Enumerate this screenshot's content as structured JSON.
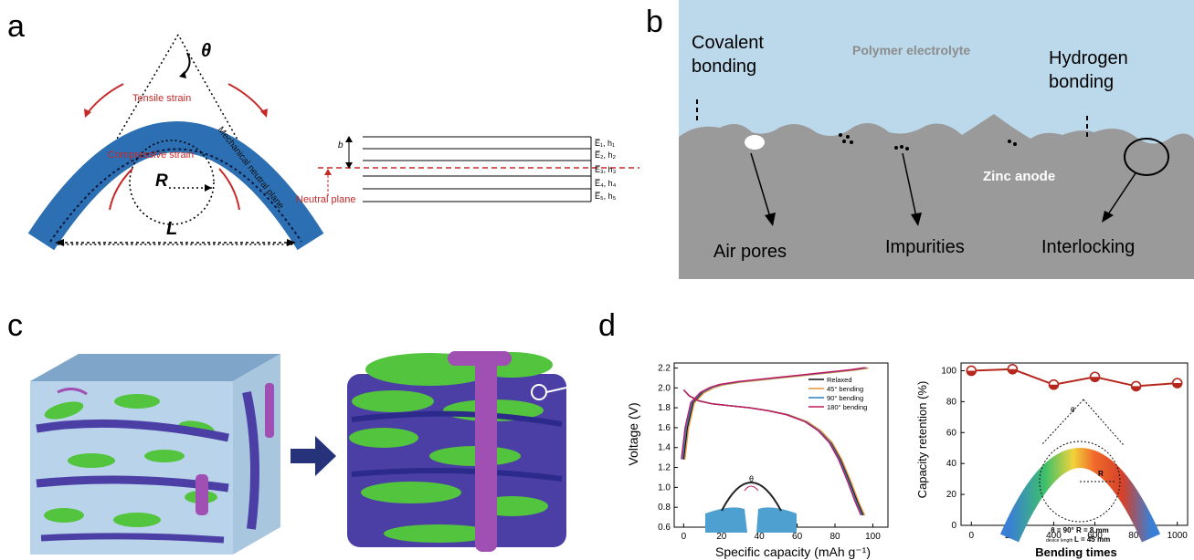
{
  "panels": {
    "a": {
      "letter": "a",
      "theta": "θ",
      "tensile": "Tensile strain",
      "compressive": "Compressive strain",
      "mech_neutral": "Mechanical neutral plane",
      "R": "R",
      "L": "L",
      "b": "b",
      "neutral_plane": "Neutral plane",
      "layers": [
        "E̅₁, h₁",
        "E̅₂, h₂",
        "E̅₃, h₃",
        "E̅₄, h₄",
        "E̅₅, h₅"
      ]
    },
    "b": {
      "letter": "b",
      "covalent": "Covalent bonding",
      "covalent_l1": "Covalent",
      "covalent_l2": "bonding",
      "polymer": "Polymer electrolyte",
      "hydrogen_l1": "Hydrogen",
      "hydrogen_l2": "bonding",
      "zinc": "Zinc anode",
      "air_pores": "Air pores",
      "impurities": "Impurities",
      "interlocking": "Interlocking",
      "colors": {
        "electrolyte": "#bcd9ec",
        "zinc": "#9a9a9a"
      }
    },
    "c": {
      "letter": "c"
    },
    "d": {
      "letter": "d"
    }
  },
  "chart_data": [
    {
      "type": "line",
      "xlabel": "Specific capacity (mAh g⁻¹)",
      "ylabel": "Voltage (V)",
      "xlim": [
        -5,
        108
      ],
      "ylim": [
        0.6,
        2.25
      ],
      "xticks": [
        0,
        20,
        40,
        60,
        80,
        100
      ],
      "yticks": [
        0.6,
        0.8,
        1.0,
        1.2,
        1.4,
        1.6,
        1.8,
        2.0,
        2.2
      ],
      "legend_position": "top-right",
      "series": [
        {
          "name": "Relaxed",
          "color": "#111111"
        },
        {
          "name": "45° bending",
          "color": "#e8923a"
        },
        {
          "name": "90° bending",
          "color": "#2a7fc1"
        },
        {
          "name": "180° bending",
          "color": "#c2185b"
        }
      ],
      "charge": [
        [
          0,
          1.28
        ],
        [
          2,
          1.6
        ],
        [
          5,
          1.85
        ],
        [
          10,
          1.95
        ],
        [
          15,
          2.0
        ],
        [
          20,
          2.03
        ],
        [
          30,
          2.06
        ],
        [
          40,
          2.08
        ],
        [
          50,
          2.1
        ],
        [
          60,
          2.12
        ],
        [
          70,
          2.14
        ],
        [
          80,
          2.16
        ],
        [
          90,
          2.18
        ],
        [
          97,
          2.2
        ]
      ],
      "discharge": [
        [
          0,
          1.98
        ],
        [
          3,
          1.92
        ],
        [
          8,
          1.87
        ],
        [
          15,
          1.84
        ],
        [
          25,
          1.82
        ],
        [
          35,
          1.8
        ],
        [
          45,
          1.77
        ],
        [
          55,
          1.73
        ],
        [
          65,
          1.66
        ],
        [
          72,
          1.57
        ],
        [
          78,
          1.45
        ],
        [
          83,
          1.28
        ],
        [
          88,
          1.05
        ],
        [
          92,
          0.85
        ],
        [
          95,
          0.72
        ]
      ],
      "inset_label": "θ"
    },
    {
      "type": "line",
      "xlabel": "Bending times",
      "ylabel": "Capacity retention (%)",
      "xlim": [
        -50,
        1050
      ],
      "ylim": [
        0,
        105
      ],
      "xticks": [
        0,
        200,
        400,
        600,
        800,
        1000
      ],
      "yticks": [
        0,
        20,
        40,
        60,
        80,
        100
      ],
      "x": [
        0,
        200,
        400,
        600,
        800,
        1000
      ],
      "values": [
        100,
        101,
        91,
        96,
        90,
        92
      ],
      "color": "#b5271d",
      "inset": {
        "theta": "θ",
        "R": "R",
        "caption1": "θ = 90°   R = 8 mm",
        "caption2_small": "device length",
        "caption2": "L = 45 mm"
      }
    }
  ]
}
